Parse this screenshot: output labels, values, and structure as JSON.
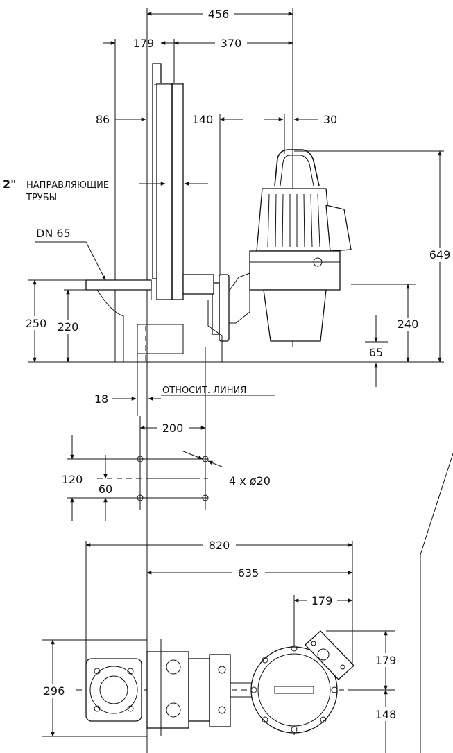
{
  "dimensions": {
    "top_total": "456",
    "top_left": "179",
    "top_right": "370",
    "left_offset": "86",
    "flange_gap": "140",
    "right_small": "30",
    "overall_height": "649",
    "flange_height": "250",
    "outlet_height": "220",
    "motor_base": "240",
    "bottom_clear": "65",
    "datum_offset": "18",
    "bolt_spacing_x": "200",
    "bolt_spacing_y": "120",
    "bolt_half_y": "60",
    "bolt_hole": "4 x ø20",
    "plan_total": "820",
    "plan_right": "635",
    "plan_small": "179",
    "plan_height": "296",
    "plan_upper": "179",
    "plan_lower": "148"
  },
  "labels": {
    "guide_size": "2\"",
    "guide_line1": "НАПРАВЛЯЮЩИЕ",
    "guide_line2": "ТРУБЫ",
    "outlet": "DN  65",
    "datum": "ОТНОСИТ. ЛИНИЯ"
  }
}
